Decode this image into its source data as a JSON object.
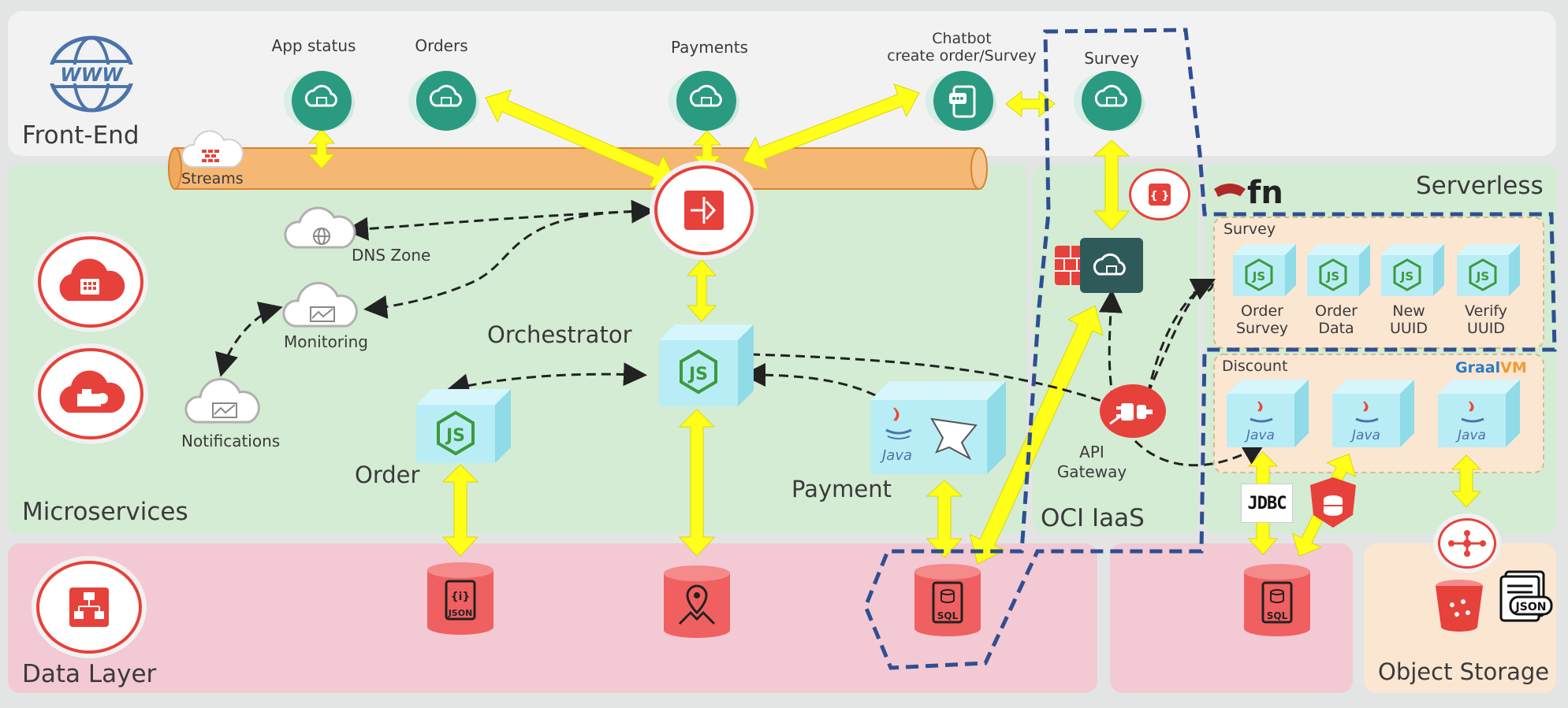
{
  "zones": {
    "frontend": "Front-End",
    "microservices": "Microservices",
    "oci_iaas": "OCI IaaS",
    "serverless": "Serverless",
    "data_layer": "Data Layer",
    "object_storage": "Object Storage"
  },
  "frontend_apps": {
    "app_status": "App status",
    "orders": "Orders",
    "payments": "Payments",
    "chatbot": "Chatbot\ncreate order/Survey",
    "survey": "Survey"
  },
  "www_label": "WWW",
  "streams": "Streams",
  "clouds": {
    "dns_zone": "DNS Zone",
    "monitoring": "Monitoring",
    "notifications": "Notifications"
  },
  "services": {
    "orchestrator": "Orchestrator",
    "order": "Order",
    "payment": "Payment",
    "api_gateway": "API\nGateway"
  },
  "fn_logo": "fn",
  "survey_group": {
    "title": "Survey",
    "functions": [
      "Order\nSurvey",
      "Order\nData",
      "New\nUUID",
      "Verify\nUUID"
    ]
  },
  "discount_group": {
    "title": "Discount",
    "graalvm": [
      "Graal",
      "VM"
    ],
    "functions": [
      "Java",
      "Java",
      "Java"
    ]
  },
  "java_label": "Java",
  "jdbc": "JDBC",
  "db_labels": {
    "json": "JSON",
    "sql": "SQL"
  },
  "json_doc": "JSON",
  "colors": {
    "frontend_bg": "#f2f2f2",
    "microservices_bg": "#d3ecd3",
    "data_bg": "#f3c9d4",
    "object_bg": "#fbe6d2",
    "arrow_yellow": "#ffff1a",
    "teal": "#2a9a80",
    "oracle_red": "#e6413a",
    "stream_orange": "#f5b774",
    "dash_blue": "#2e4f92",
    "cube_cyan": "#b9edf6"
  }
}
